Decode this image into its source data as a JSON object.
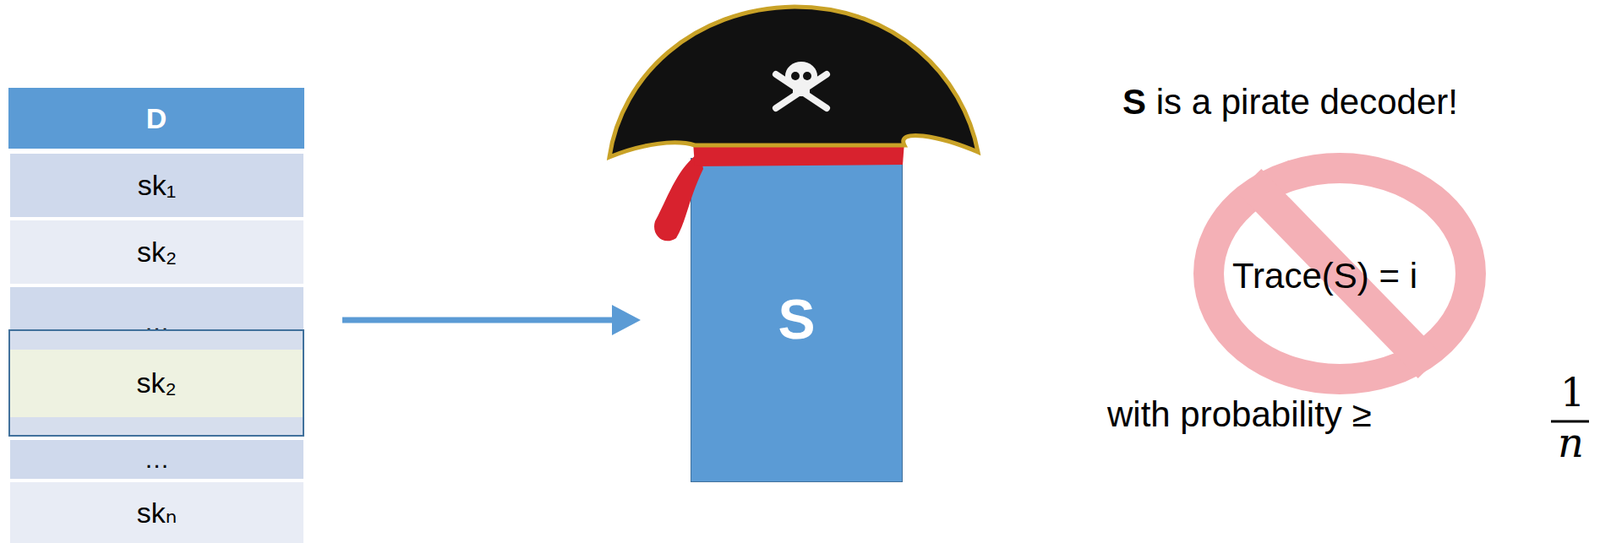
{
  "diagram": {
    "nodes": [
      {
        "text": [
          "D"
        ]
      },
      {
        "text": [
          "sk₁"
        ],
        "in": 0
      },
      {
        "text": [
          "sk₂"
        ],
        "in": 0
      },
      {
        "text": [
          "…"
        ],
        "in": 0
      },
      {
        "text": [
          "sk₂"
        ],
        "in": 0
      },
      {
        "text": [
          "…"
        ],
        "in": 0
      },
      {
        "text": [
          "skₙ"
        ],
        "in": 0
      },
      {
        "text": [
          "S"
        ]
      }
    ],
    "edges": [
      {
        "from": 0,
        "to": 7,
        "arrow": "to"
      }
    ],
    "labels": [
      "S is a pirate decoder!",
      "Trace(S) = i",
      "with probability ≥",
      "1",
      "n"
    ]
  }
}
